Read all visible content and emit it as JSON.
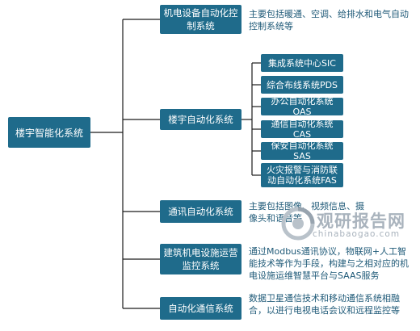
{
  "root": {
    "label": "楼宇智能化系统"
  },
  "branches": [
    {
      "label": "机电设备自动化控制系统",
      "description": "主要包括暖通、空调、给排水和电气自动控制系统等"
    },
    {
      "label": "楼宇自动化系统",
      "description": ""
    },
    {
      "label": "通讯自动化系统",
      "description": "主要包括图像、视频信息、摄像头和语音等"
    },
    {
      "label": "建筑机电设施运营监控系统",
      "description": "通过Modbus通讯协议，物联网+人工智能技术等作为手段，构建与之相对应的机电设施运维智慧平台与SAAS服务"
    },
    {
      "label": "自动化通信系统",
      "description": "数据卫星通信技术和移动通信系统相融合，以进行电视电话会议和远程监控等"
    }
  ],
  "subsystems": [
    {
      "label": "集成系统中心SIC"
    },
    {
      "label": "综合布线系统PDS"
    },
    {
      "label": "办公自动化系统OAS"
    },
    {
      "label": "通信自动化系统CAS"
    },
    {
      "label": "保安自动化系统SAS"
    },
    {
      "label": "火灾报警与消防联动自动化系统FAS"
    }
  ],
  "watermark": {
    "name": "观研报告网",
    "url": "chinabaogao.com"
  }
}
